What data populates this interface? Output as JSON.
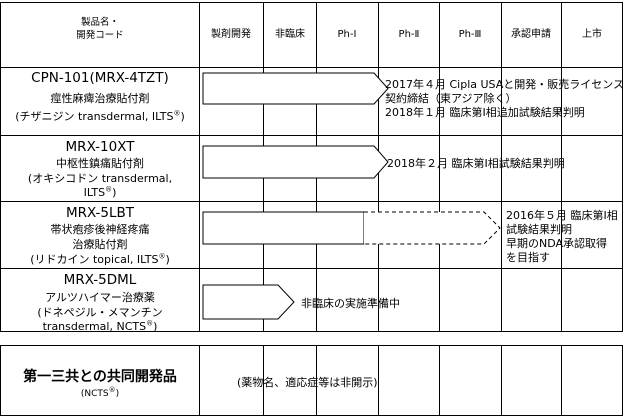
{
  "header": {
    "name_line1": "製品名・",
    "name_line2": "開発コード",
    "phases": [
      "製剤開発",
      "非臨床",
      "Ph-Ⅰ",
      "Ph-Ⅱ",
      "Ph-Ⅲ",
      "承認申請",
      "上市"
    ]
  },
  "products": [
    {
      "code": "CPN-101(MRX-4TZT)",
      "lines": [
        "痙性麻痺治療貼付剤",
        "(チザニジン transdermal, ILTS"
      ],
      "reg": "®",
      "lines_after": [
        ")"
      ],
      "note": [
        "2017年４月 Cipla USAと開発・販売ライセンス",
        "契約締結（東アジア除く）",
        "2018年１月 臨床第Ⅰ相追加試験結果判明"
      ]
    },
    {
      "code": "MRX-10XT",
      "lines": [
        "中枢性鎮痛貼付剤",
        "(オキシコドン transdermal,",
        "ILTS"
      ],
      "reg": "®",
      "tail": ")",
      "note": [
        "2018年２月 臨床第Ⅰ相試験結果判明"
      ]
    },
    {
      "code": "MRX-5LBT",
      "lines": [
        "帯状疱疹後神経疼痛",
        "治療貼付剤",
        "(リドカイン topical, ILTS"
      ],
      "reg": "®",
      "tail": ")",
      "note": [
        "2016年５月 臨床第Ⅰ相",
        "試験結果判明",
        "早期のNDA承認取得",
        "を目指す"
      ]
    },
    {
      "code": "MRX-5DML",
      "lines": [
        "アルツハイマー治療薬",
        "(ドネペジル・メマンチン",
        "transdermal, NCTS"
      ],
      "reg": "®",
      "tail": ")",
      "note": [
        "非臨床の実施準備中"
      ]
    }
  ],
  "joint": {
    "title": "第一三共との共同開発品",
    "sub": "(NCTS",
    "reg": "®",
    "tail": ")",
    "note": "(薬物名、適応症等は非開示)"
  }
}
